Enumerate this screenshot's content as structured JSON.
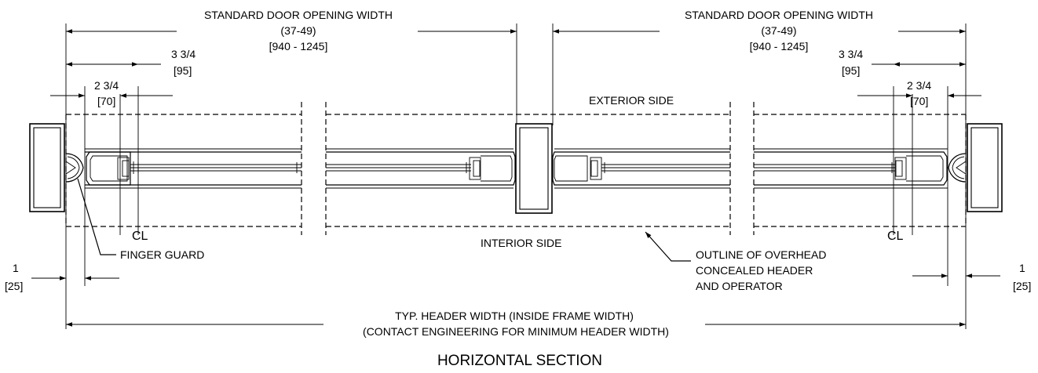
{
  "drawing": {
    "title": "HORIZONTAL SECTION",
    "opening_width_left": {
      "label": "STANDARD DOOR OPENING WIDTH",
      "range": "(37-49)",
      "metric": "[940 - 1245]"
    },
    "opening_width_right": {
      "label": "STANDARD DOOR OPENING WIDTH",
      "range": "(37-49)",
      "metric": "[940 - 1245]"
    },
    "dim_3_3_4_left": {
      "value": "3 3/4",
      "metric": "[95]"
    },
    "dim_2_3_4_left": {
      "value": "2 3/4",
      "metric": "[70]"
    },
    "dim_3_3_4_right": {
      "value": "3 3/4",
      "metric": "[95]"
    },
    "dim_2_3_4_right": {
      "value": "2 3/4",
      "metric": "[70]"
    },
    "dim_1_left": {
      "value": "1",
      "metric": "[25]"
    },
    "dim_1_right": {
      "value": "1",
      "metric": "[25]"
    },
    "exterior_side": "EXTERIOR SIDE",
    "interior_side": "INTERIOR SIDE",
    "finger_guard": "FINGER GUARD",
    "outline_note": [
      "OUTLINE OF OVERHEAD",
      "CONCEALED HEADER",
      "AND OPERATOR"
    ],
    "header_width": {
      "line1": "TYP. HEADER WIDTH (INSIDE FRAME WIDTH)",
      "line2": "(CONTACT ENGINEERING FOR MINIMUM HEADER WIDTH)"
    },
    "centerline_symbol": "CL"
  }
}
